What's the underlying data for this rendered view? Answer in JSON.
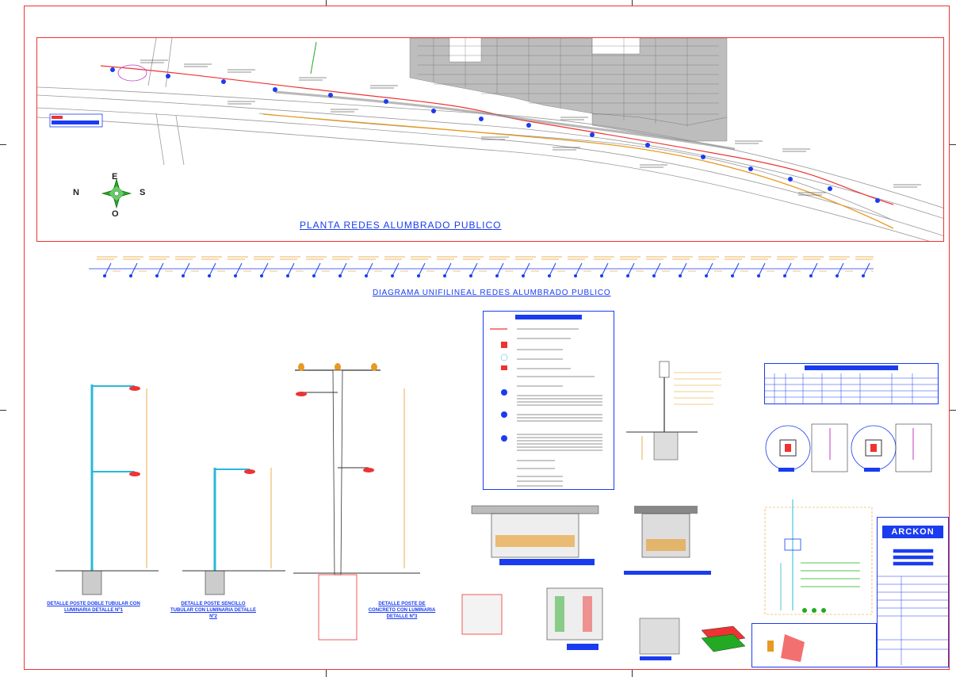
{
  "titles": {
    "plan": "PLANTA REDES ALUMBRADO PUBLICO",
    "unifilar": "DIAGRAMA UNIFILINEAL REDES ALUMBRADO PUBLICO",
    "logo": "ARCKON"
  },
  "compass": {
    "north": "N",
    "south": "S",
    "east": "E",
    "west": "O"
  },
  "details": [
    {
      "caption": "DETALLE POSTE DOBLE TUBULAR CON LUMINARIA DETALLE Nº1"
    },
    {
      "caption": "DETALLE POSTE SENCILLO TUBULAR CON LUMINARIA DETALLE Nº2"
    },
    {
      "caption": "DETALLE POSTE DE CONCRETO CON LUMINARIA DETALLE Nº3"
    }
  ],
  "colors": {
    "frame": "#e33333",
    "accent": "#1a3cf0",
    "cad_gray": "#888888",
    "orange": "#e89a20",
    "green": "#22aa22"
  }
}
